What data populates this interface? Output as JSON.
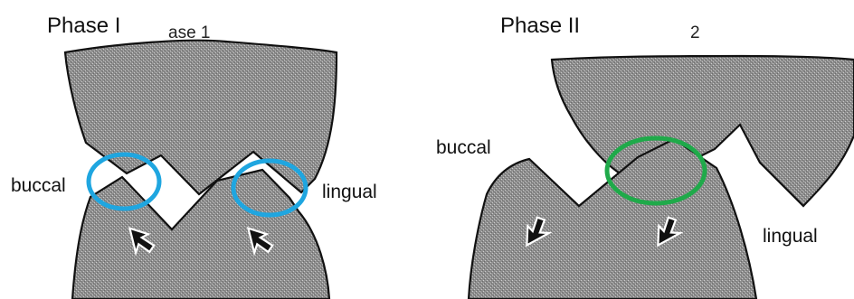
{
  "panels": [
    {
      "title": "Phase I",
      "fragment_label": "ase 1",
      "buccal_label": "buccal",
      "lingual_label": "lingual",
      "highlight_color": "#1fa6e0",
      "arrow_direction": "up-left",
      "arrow_icon": "arrow-icon"
    },
    {
      "title": "Phase II",
      "fragment_label": "2",
      "buccal_label": "buccal",
      "lingual_label": "lingual",
      "highlight_color": "#1faa4a",
      "arrow_direction": "down-left",
      "arrow_icon": "arrow-icon"
    }
  ],
  "colors": {
    "tooth_fill": "#8c8c8c",
    "outline": "#111111"
  }
}
